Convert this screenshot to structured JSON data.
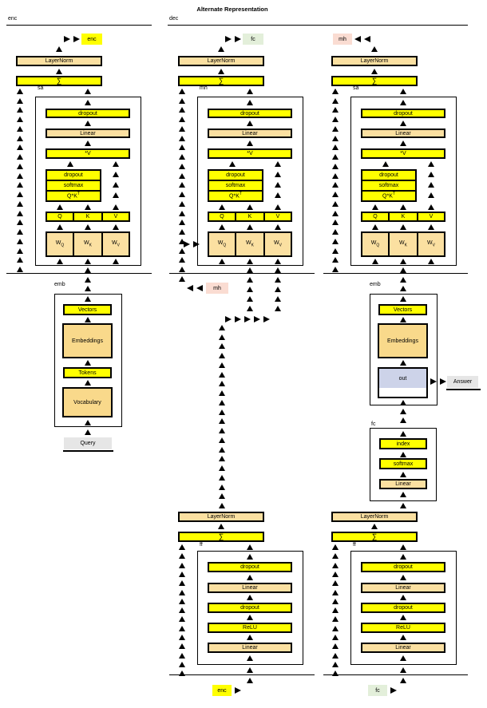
{
  "title": "Alternate Representation",
  "sections": {
    "enc": "enc",
    "dec": "dec"
  },
  "palette": {
    "yellow": "#ffff00",
    "tan": "#fbe0a1",
    "tan_big": "#f9d98b",
    "pink": "#fadcd2",
    "green": "#e3efda",
    "gray": "#e6e6e6",
    "lavender": "#cdd3e9",
    "white": "#ffffff",
    "black": "#000000"
  },
  "labels": {
    "layernorm": "LayerNorm",
    "sum": "∑",
    "dropout": "dropout",
    "linear": "Linear",
    "vmul": "*V",
    "softmax": "softmax",
    "qkt_base": "Q*K",
    "qkt_sup": "T",
    "q": "Q",
    "k": "K",
    "v": "V",
    "w_base": "W",
    "wq_sub": "Q",
    "wk_sub": "K",
    "wv_sub": "V",
    "relu": "ReLU",
    "index": "index",
    "vectors": "Vectors",
    "embeddings": "Embeddings",
    "tokens": "Tokens",
    "vocabulary": "Vocabulary",
    "out": "out",
    "query": "Query",
    "answer": "Answer",
    "sa": "sa",
    "mh": "mh",
    "ff": "ff",
    "fc": "fc",
    "emb": "emb"
  },
  "tags": {
    "enc": {
      "label": "enc",
      "fill": "#ffff00"
    },
    "fc": {
      "label": "fc",
      "fill": "#e3efda"
    },
    "mh": {
      "label": "mh",
      "fill": "#fadcd2"
    }
  },
  "ff_items": [
    "dropout",
    "linear",
    "dropout",
    "relu",
    "linear"
  ],
  "fc_items": [
    "index",
    "softmax",
    "linear"
  ],
  "emb_left_items": [
    "vectors",
    "embeddings",
    "tokens",
    "vocabulary"
  ],
  "emb_right_items": [
    "vectors",
    "embeddings",
    "out"
  ]
}
